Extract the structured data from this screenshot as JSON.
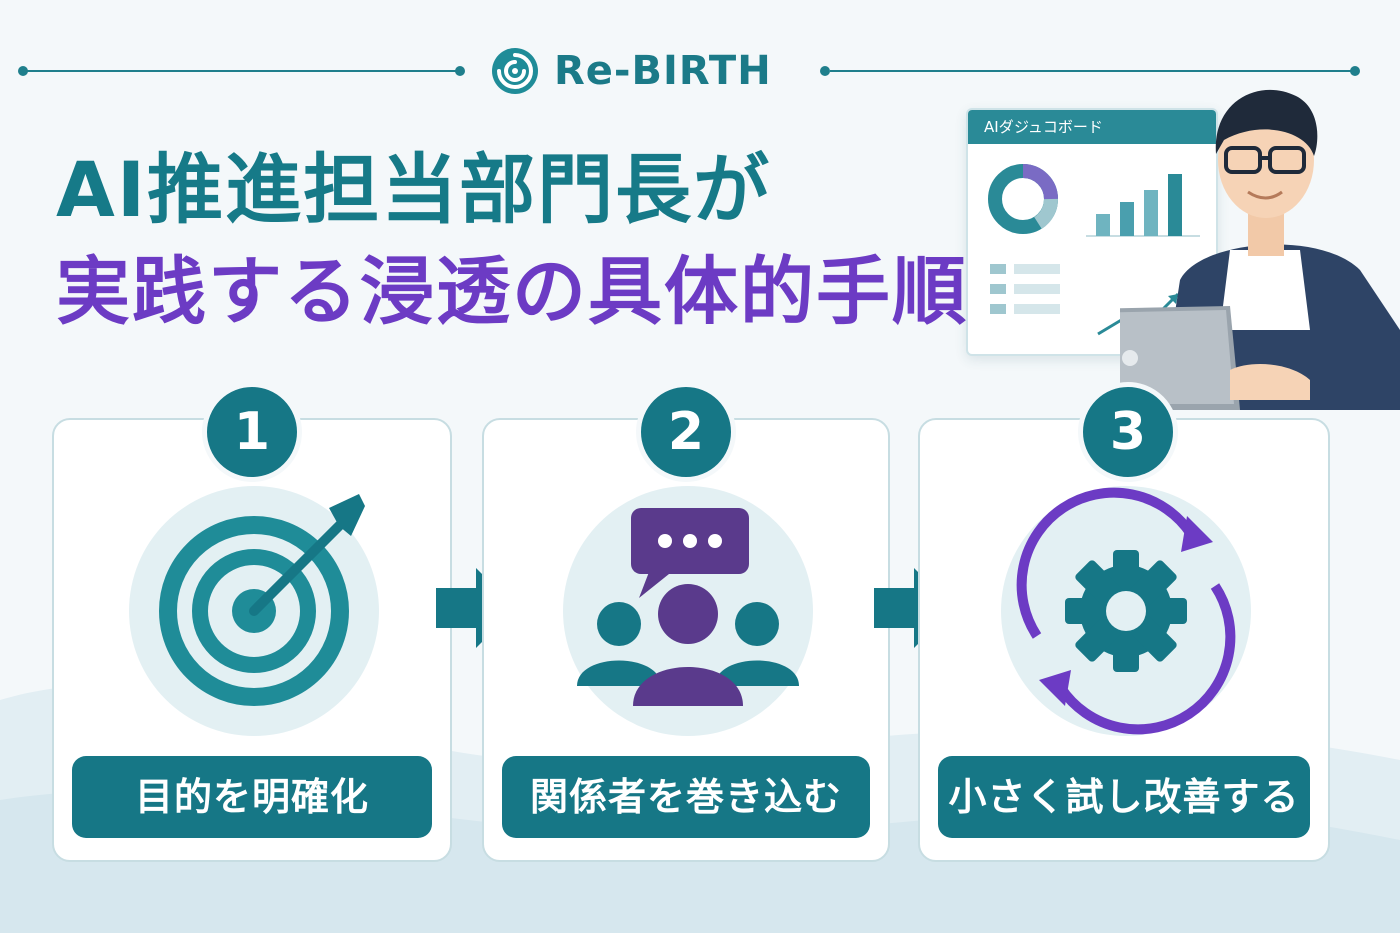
{
  "brand": {
    "name": "Re-BIRTH"
  },
  "title": {
    "line1": "AI推進担当部門長が",
    "line2": "実践する浸透の具体的手順"
  },
  "dashboard": {
    "label": "AIダジュコボード"
  },
  "steps": [
    {
      "number": "1",
      "label": "目的を明確化",
      "icon": "target-icon"
    },
    {
      "number": "2",
      "label": "関係者を巻き込む",
      "icon": "team-chat-icon"
    },
    {
      "number": "3",
      "label": "小さく試し改善する",
      "icon": "gear-cycle-icon"
    }
  ],
  "colors": {
    "teal": "#167786",
    "purple": "#6c3bc4",
    "background": "#f4f8fa"
  }
}
